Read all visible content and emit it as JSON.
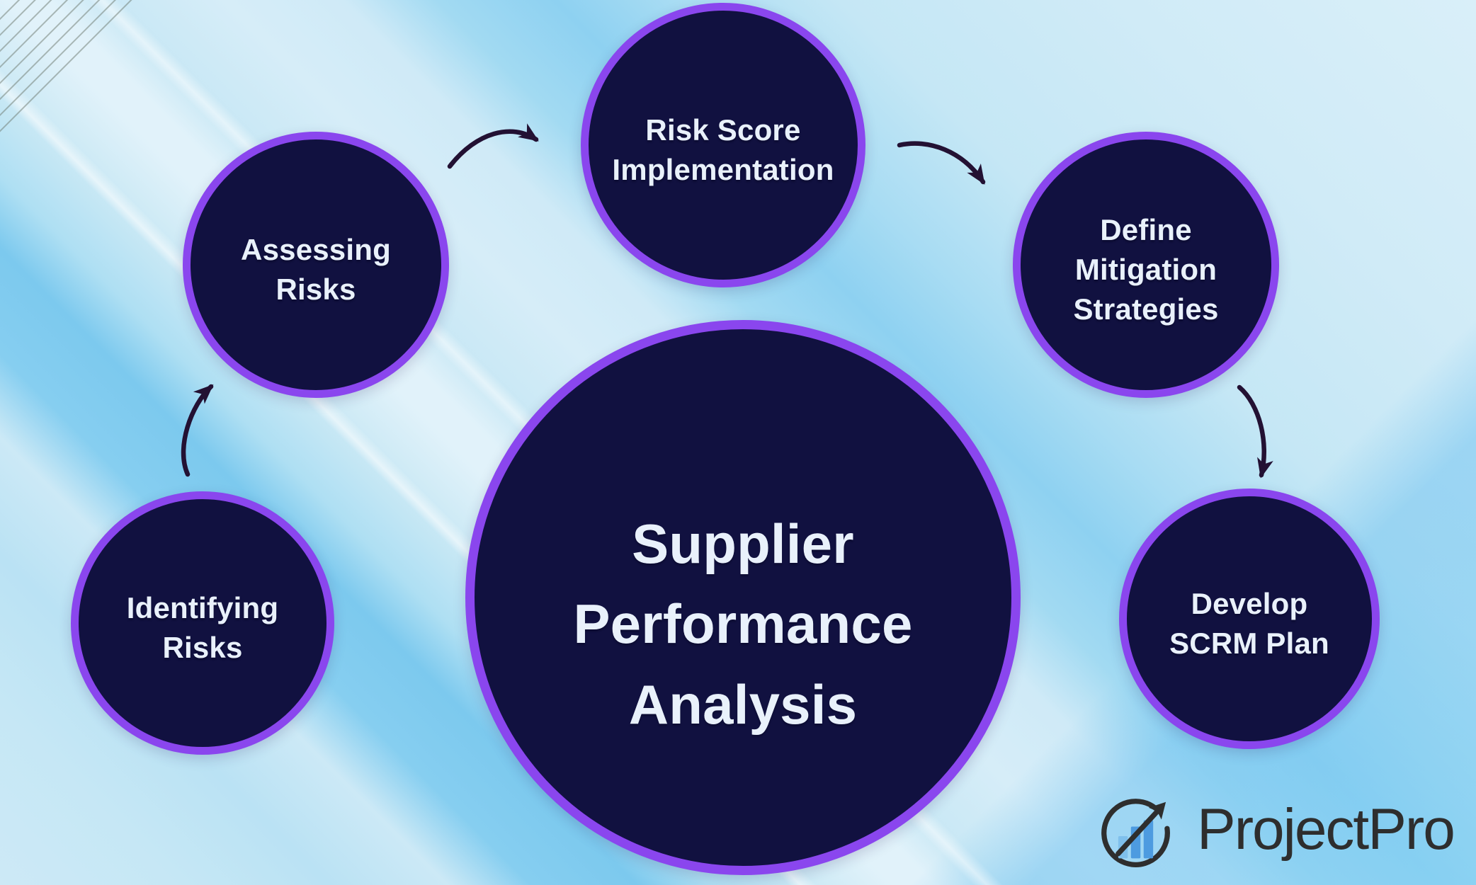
{
  "diagram": {
    "center": {
      "label": "Supplier\nPerformance\nAnalysis"
    },
    "steps": [
      {
        "id": "identifying-risks",
        "label": "Identifying\nRisks"
      },
      {
        "id": "assessing-risks",
        "label": "Assessing\nRisks"
      },
      {
        "id": "risk-score-implementation",
        "label": "Risk Score\nImplementation"
      },
      {
        "id": "define-mitigation-strategies",
        "label": "Define\nMitigation\nStrategies"
      },
      {
        "id": "develop-scrm-plan",
        "label": "Develop\nSCRM Plan"
      }
    ]
  },
  "branding": {
    "logo_text": "ProjectPro"
  },
  "colors": {
    "node_fill": "#111140",
    "node_border": "#8a46ee",
    "node_text": "#e9f1fb",
    "arrow": "#231133",
    "logo_text": "#2e2e2e",
    "logo_bar_light": "#7fc0ec",
    "logo_bar": "#4d9be0",
    "bg_base": "#c9e8f5",
    "bg_band_bright": "#7cc9ee"
  }
}
